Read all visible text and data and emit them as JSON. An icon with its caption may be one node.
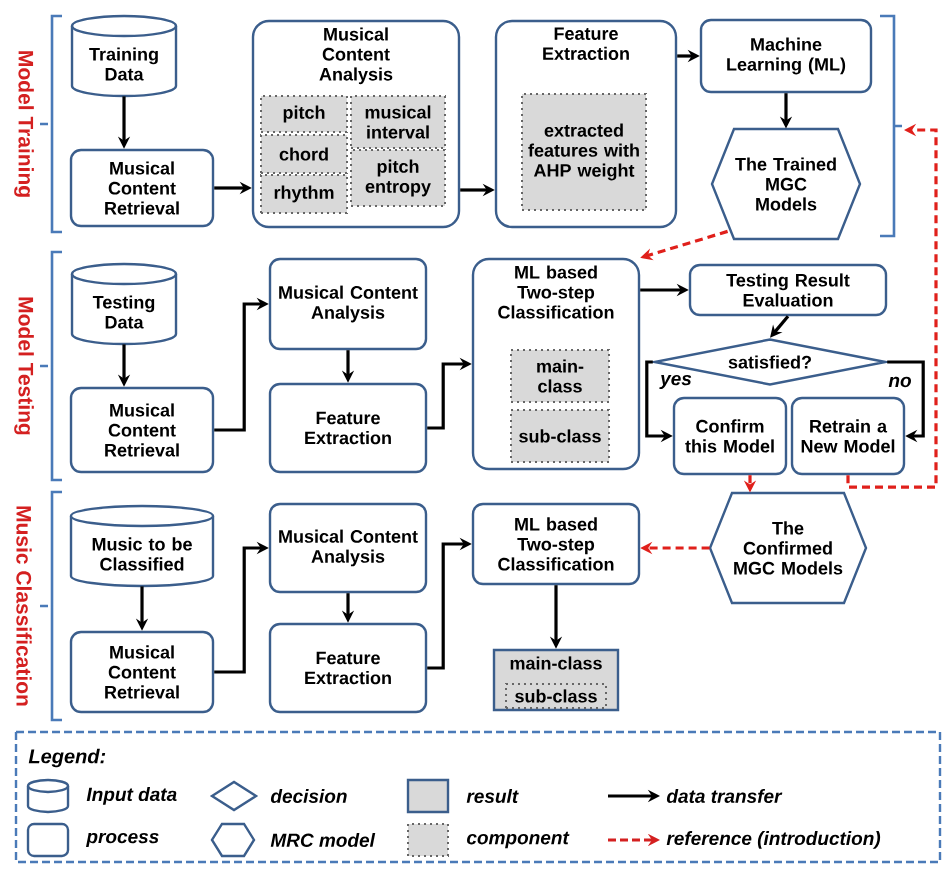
{
  "diagram": {
    "nodes": [
      {
        "text": [
          "Training Data"
        ]
      },
      {
        "text": [
          "Musical Content Retrieval"
        ]
      },
      {
        "text": [
          "Musical Content Analysis"
        ]
      },
      {
        "text": [
          "pitch"
        ],
        "in": 2
      },
      {
        "text": [
          "musical interval"
        ],
        "in": 2
      },
      {
        "text": [
          "chord"
        ],
        "in": 2
      },
      {
        "text": [
          "pitch entropy"
        ],
        "in": 2
      },
      {
        "text": [
          "rhythm"
        ],
        "in": 2
      },
      {
        "text": [
          "Feature Extraction"
        ]
      },
      {
        "text": [
          "extracted features with AHP weight"
        ],
        "in": 8
      },
      {
        "text": [
          "Machine Learning (ML)"
        ]
      },
      {
        "text": [
          "The Trained MGC Models"
        ]
      },
      {
        "text": [
          "Testing Data"
        ]
      },
      {
        "text": [
          "Musical Content Retrieval"
        ]
      },
      {
        "text": [
          "Musical Content Analysis"
        ]
      },
      {
        "text": [
          "Feature Extraction"
        ]
      },
      {
        "text": [
          "ML based Two-step Classification"
        ]
      },
      {
        "text": [
          "main-class"
        ],
        "in": 16
      },
      {
        "text": [
          "sub-class"
        ],
        "in": 16
      },
      {
        "text": [
          "Testing Result Evaluation"
        ]
      },
      {
        "text": [
          "satisfied?"
        ]
      },
      {
        "text": [
          "Confirm this Model"
        ]
      },
      {
        "text": [
          "Retrain a New Model"
        ]
      },
      {
        "text": [
          "Music to be Classified"
        ]
      },
      {
        "text": [
          "Musical Content Retrieval"
        ]
      },
      {
        "text": [
          "Musical Content Analysis"
        ]
      },
      {
        "text": [
          "Feature Extraction"
        ]
      },
      {
        "text": [
          "ML based Two-step Classification"
        ]
      },
      {
        "text": [
          "The Confirmed MGC Models"
        ]
      },
      {
        "text": [
          "main-class"
        ]
      },
      {
        "text": [
          "sub-class"
        ],
        "in": 29
      }
    ],
    "edges": [
      {
        "from": 0,
        "to": 1,
        "arrow": "to"
      },
      {
        "from": 1,
        "to": 2,
        "arrow": "to"
      },
      {
        "from": 2,
        "to": 8,
        "arrow": "to"
      },
      {
        "from": 8,
        "to": 10,
        "arrow": "to"
      },
      {
        "from": 10,
        "to": 11,
        "arrow": "to"
      },
      {
        "from": 11,
        "to": 16,
        "arrow": "to",
        "style": "dashed",
        "color": "#e0201b"
      },
      {
        "from": 12,
        "to": 13,
        "arrow": "to"
      },
      {
        "from": 13,
        "to": 14,
        "arrow": "to"
      },
      {
        "from": 14,
        "to": 15,
        "arrow": "to"
      },
      {
        "from": 15,
        "to": 16,
        "arrow": "to"
      },
      {
        "from": 16,
        "to": 19,
        "arrow": "to"
      },
      {
        "from": 19,
        "to": 20,
        "arrow": "to"
      },
      {
        "from": 20,
        "to": 21,
        "arrow": "to",
        "label": "yes"
      },
      {
        "from": 20,
        "to": 22,
        "arrow": "to",
        "label": "no"
      },
      {
        "from": 21,
        "to": 28,
        "arrow": "to",
        "style": "dashed",
        "color": "#e0201b"
      },
      {
        "from": 22,
        "to": null,
        "arrow": "to",
        "style": "dashed",
        "color": "#e0201b"
      },
      {
        "from": 23,
        "to": 24,
        "arrow": "to"
      },
      {
        "from": 24,
        "to": 25,
        "arrow": "to"
      },
      {
        "from": 25,
        "to": 26,
        "arrow": "to"
      },
      {
        "from": 26,
        "to": 27,
        "arrow": "to"
      },
      {
        "from": 28,
        "to": 27,
        "arrow": "to",
        "style": "dashed",
        "color": "#e0201b"
      },
      {
        "from": 27,
        "to": 29,
        "arrow": "to"
      }
    ],
    "labels": [
      "Model Training",
      "Model Testing",
      "Music Classification",
      "Legend:"
    ],
    "legend": [
      {
        "text": "Input data"
      },
      {
        "text": "decision"
      },
      {
        "text": "result"
      },
      {
        "text": "data transfer"
      },
      {
        "text": "process"
      },
      {
        "text": "MRC model"
      },
      {
        "text": "component"
      },
      {
        "text": "reference (introduction)"
      }
    ]
  }
}
